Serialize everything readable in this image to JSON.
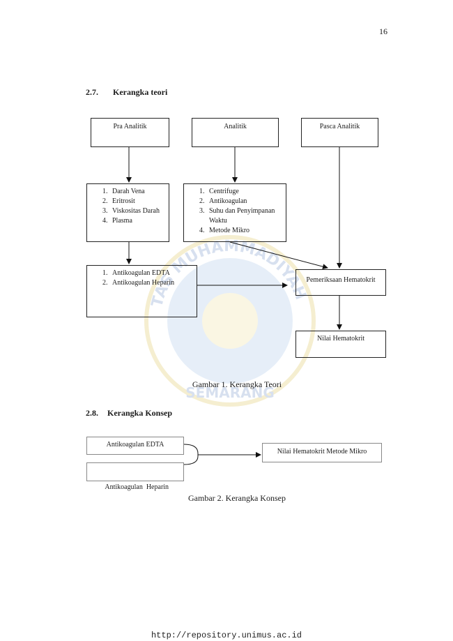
{
  "page_number": "16",
  "section_27": {
    "number": "2.7.",
    "title": "Kerangka teori"
  },
  "theory": {
    "pra_title": "Pra Analitik",
    "analitik_title": "Analitik",
    "pasca_title": "Pasca Analitik",
    "pra_items": [
      "Darah Vena",
      "Eritrosit",
      "Viskositas Darah",
      "Plasma"
    ],
    "analitik_items": [
      "Centrifuge",
      "Antikoagulan",
      "Suhu dan Penyimpanan Waktu",
      "Metode Mikro"
    ],
    "anticoag_items": [
      "Antikoagulan EDTA",
      "Antikoagulan Heparin"
    ],
    "pemeriksaan": "Pemeriksaan Hematokrit",
    "nilai": "Nilai Hematokrit"
  },
  "caption1": "Gambar 1. Kerangka Teori",
  "section_28": {
    "number": "2.8.",
    "title": "Kerangka Konsep"
  },
  "concept": {
    "edta": "Antikoagulan EDTA",
    "heparin": "Antikoagulan  Heparin",
    "result": "Nilai Hematokrit Metode Mikro"
  },
  "caption2": "Gambar 2. Kerangka Konsep",
  "watermark": {
    "top_text": "TAS MUHAMMADIYAH",
    "bottom_text": "SEMARANG"
  },
  "footer_url": "http://repository.unimus.ac.id"
}
